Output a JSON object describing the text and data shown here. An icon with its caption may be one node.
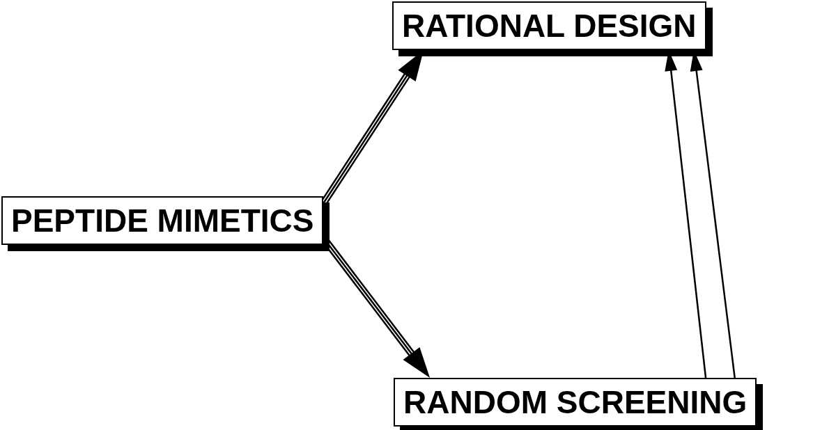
{
  "diagram": {
    "nodes": [
      {
        "text": [
          "RATIONAL DESIGN"
        ]
      },
      {
        "text": [
          "PEPTIDE MIMETICS"
        ]
      },
      {
        "text": [
          "RANDOM SCREENING"
        ]
      }
    ],
    "edges": [
      {
        "from": 1,
        "to": 0,
        "arrow": "to"
      },
      {
        "from": 1,
        "to": 2,
        "arrow": "to"
      },
      {
        "from": 2,
        "to": 0,
        "arrow": "to"
      },
      {
        "from": 2,
        "to": 0,
        "arrow": "to"
      }
    ]
  }
}
